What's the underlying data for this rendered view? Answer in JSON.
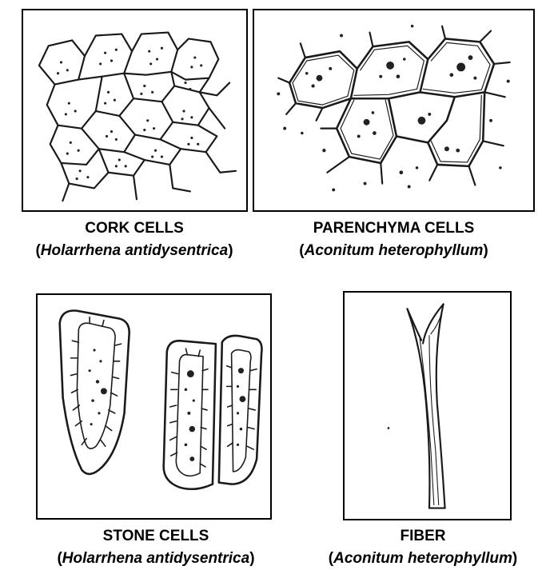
{
  "figures": [
    {
      "title": "CORK CELLS",
      "species": "Holarrhena antidysentrica"
    },
    {
      "title": "PARENCHYMA CELLS",
      "species": "Aconitum heterophyllum"
    },
    {
      "title": "STONE CELLS",
      "species": "Holarrhena antidysentrica"
    },
    {
      "title": "FIBER",
      "species": "Aconitum heterophyllum"
    }
  ]
}
